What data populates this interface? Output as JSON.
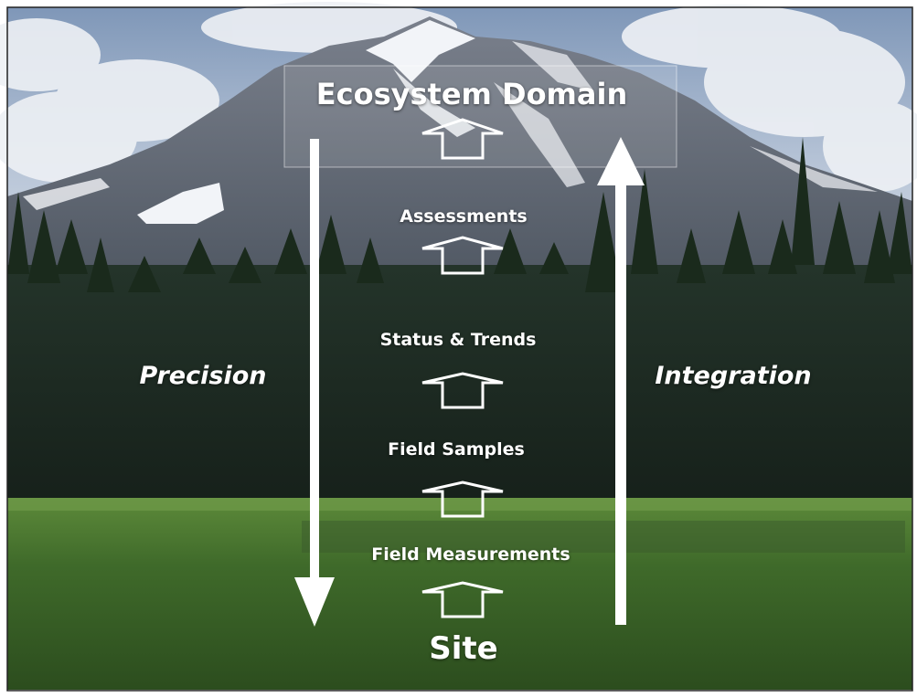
{
  "top_label": "Ecosystem Domain",
  "bottom_label": "Site",
  "levels": [
    {
      "label": "Assessments"
    },
    {
      "label": "Status & Trends"
    },
    {
      "label": "Field Samples"
    },
    {
      "label": "Field Measurements"
    }
  ],
  "left_arrow_label": "Precision",
  "right_arrow_label": "Integration",
  "colors": {
    "sky": "#8fa6c4",
    "mountain": "#6f7784",
    "snow": "#f2f4f8",
    "forest": "#1d2a1e",
    "meadow": "#4f7a34",
    "arrow": "#ffffff"
  }
}
